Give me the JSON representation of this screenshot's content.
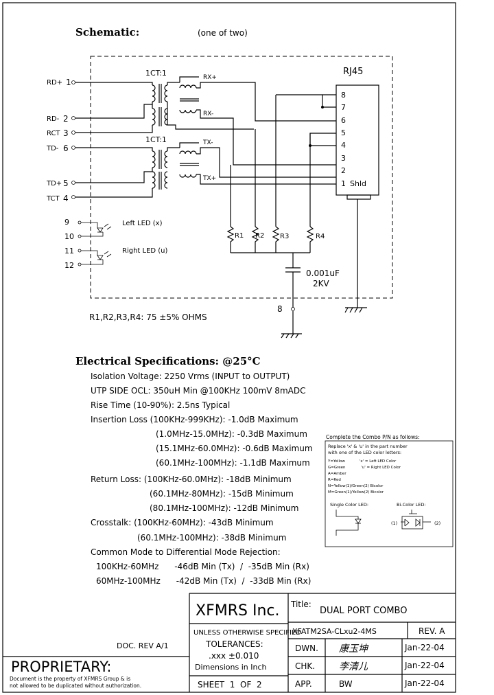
{
  "schematic": {
    "title": "Schematic:",
    "subtitle": "(one of two)",
    "connector": "RJ45",
    "transformer_top": "1CT:1",
    "transformer_bot": "1CT:1",
    "left_pins": [
      {
        "name": "RD+",
        "num": "1"
      },
      {
        "name": "RD-",
        "num": "2"
      },
      {
        "name": "RCT",
        "num": "3"
      },
      {
        "name": "TD-",
        "num": "6"
      },
      {
        "name": "TD+",
        "num": "5"
      },
      {
        "name": "TCT",
        "num": "4"
      }
    ],
    "net_labels": [
      "RX+",
      "RX-",
      "TX-",
      "TX+"
    ],
    "rj45_pins": [
      "8",
      "7",
      "6",
      "5",
      "4",
      "3",
      "2",
      "1"
    ],
    "shield": "Shld",
    "resistors": [
      "R1",
      "R2",
      "R3",
      "R4"
    ],
    "cap_value": "0.001uF",
    "cap_voltage": "2KV",
    "ground_pin": "8",
    "led_pins": [
      "9",
      "10",
      "11",
      "12"
    ],
    "led_left": "Left LED (x)",
    "led_right": "Right LED (u)",
    "resistor_note": "R1,R2,R3,R4: 75  ±5% OHMS"
  },
  "electrical": {
    "title": "Electrical   Specifications: @25°C",
    "lines": [
      "Isolation Voltage:   2250 Vrms (INPUT to OUTPUT)",
      "UTP SIDE OCL: 350uH Min @100KHz 100mV 8mADC",
      "Rise Time (10-90%): 2.5ns Typical",
      "Insertion Loss (100KHz-999KHz): -1.0dB Maximum",
      "(1.0MHz-15.0MHz): -0.3dB Maximum",
      "(15.1MHz-60.0MHz): -0.6dB Maximum",
      "(60.1MHz-100MHz): -1.1dB Maximum",
      "Return Loss: (100KHz-60.0MHz): -18dB Minimum",
      "(60.1MHz-80MHz): -15dB Minimum",
      "(80.1MHz-100MHz): -12dB Minimum",
      "Crosstalk: (100KHz-60MHz): -43dB Minimum",
      "(60.1MHz-100MHz): -38dB Minimum",
      "Common Mode to Differential Mode Rejection:",
      "100KHz-60MHz      -46dB Min (Tx)  /  -35dB Min (Rx)",
      "60MHz-100MHz      -42dB Min (Tx)  /  -33dB Min (Rx)"
    ]
  },
  "combo_box": {
    "heading": "Complete the Combo P/N as follows:",
    "lines": [
      "Replace 'x' & 'u' in the part number",
      "with one of the LED color letters:",
      "Y=Yellow            'x' = Left LED Color",
      "G=Green             'u' = Right LED Color",
      "A=Amber",
      "R=Red",
      "N=Yellow(1)/Green(2) Bicolor",
      "M=Green(1)/Yellow(2) Bicolor"
    ],
    "single_label": "Single Color LED:",
    "bi_label": "Bi-Color LED:",
    "bi_1": "(1)",
    "bi_2": "(2)"
  },
  "title_block": {
    "company": "XFMRS Inc.",
    "title_label": "Title:",
    "title": "DUAL PORT COMBO",
    "unless": "UNLESS OTHERWISE SPECIFIED",
    "tolerances": "TOLERANCES:",
    "tol_value": ".xxx ±0.010",
    "dims": "Dimensions in Inch",
    "sheet": "SHEET  1  OF  2",
    "part_no": "XFATM2SA-CLxu2-4MS",
    "rev": "REV. A",
    "dwn_label": "DWN.",
    "dwn_name": "康玉坤",
    "dwn_date": "Jan-22-04",
    "chk_label": "CHK.",
    "chk_name": "李清儿",
    "chk_date": "Jan-22-04",
    "app_label": "APP.",
    "app_name": "BW",
    "app_date": "Jan-22-04",
    "doc_rev": "DOC. REV A/1",
    "proprietary": "PROPRIETARY:",
    "prop_note_1": "Document is the property of XFMRS Group & is",
    "prop_note_2": "not allowed to be duplicated without authorization."
  }
}
